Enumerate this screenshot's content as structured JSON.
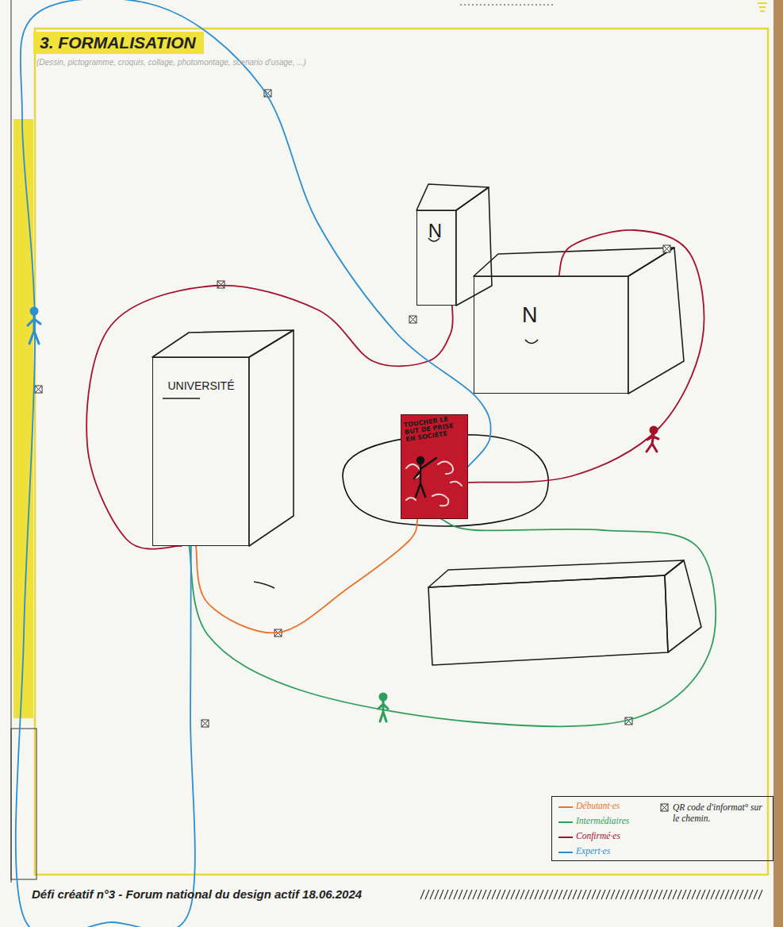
{
  "diagram": {
    "title": "3. FORMALISATION",
    "caption": "Défi créatif n°3 - Forum national du design actif 18.06.2024",
    "nodes": [
      {
        "text": [
          "N"
        ]
      },
      {
        "text": [
          "N"
        ]
      },
      {
        "text": [
          "UNIVERSITÉ"
        ]
      },
      {
        "text": [
          "TOUCHER LE BUT DE PRISE EN SOCIÉTÉ"
        ]
      }
    ],
    "edges": [
      {
        "from": 2,
        "to": 3,
        "arrow": "none"
      },
      {
        "from": 2,
        "to": 3,
        "arrow": "none"
      },
      {
        "from": 2,
        "to": 0,
        "arrow": "none"
      },
      {
        "from": 1,
        "to": 3,
        "arrow": "none"
      },
      {
        "from": 2,
        "to": 3,
        "arrow": "none"
      }
    ],
    "labels": [
      "(Dessin, pictogramme, croquis, collage, photomontage, scenario d'usage, ...)"
    ],
    "legend": [
      {
        "text": "Débutant·es",
        "color": "#e8742a"
      },
      {
        "text": "Intermédiaires",
        "color": "#2f9e5a"
      },
      {
        "text": "Confirmé·es",
        "color": "#a3122a"
      },
      {
        "text": "Expert·es",
        "color": "#2d8fd0"
      },
      {
        "text": "QR code d'informat° sur le chemin."
      }
    ]
  }
}
